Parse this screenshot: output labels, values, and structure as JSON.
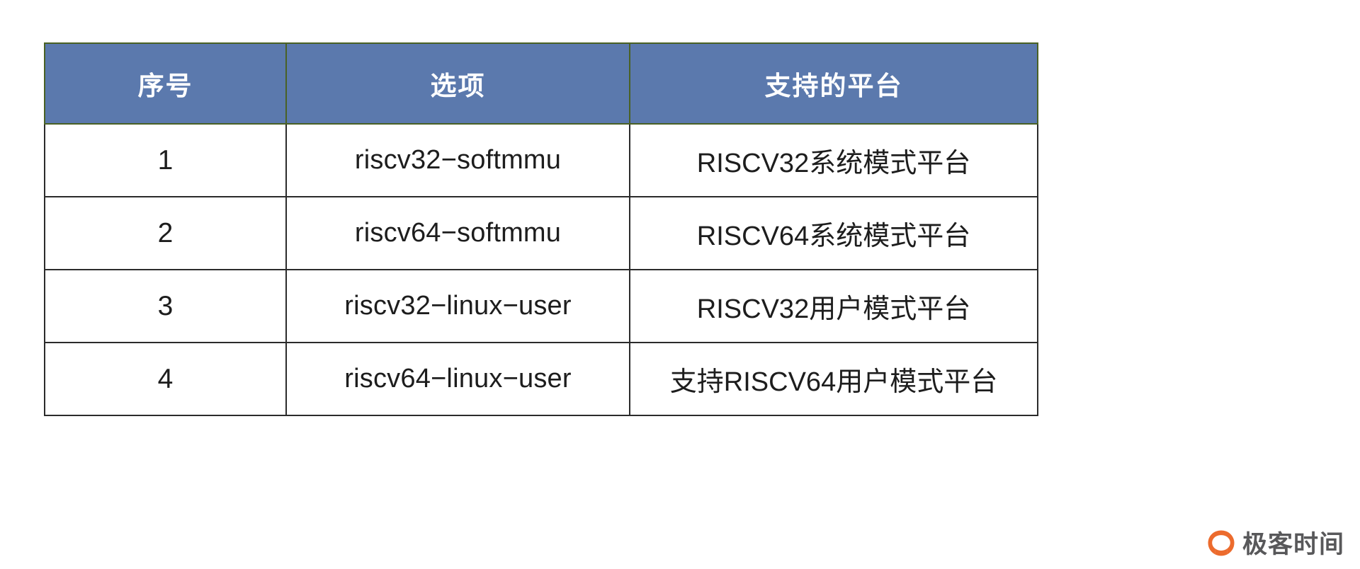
{
  "table": {
    "headers": [
      {
        "label": "序号",
        "name": "index"
      },
      {
        "label": "选项",
        "name": "option"
      },
      {
        "label": "支持的平台",
        "name": "support"
      }
    ],
    "rows": [
      {
        "index": "1",
        "option": "riscv32−softmmu",
        "support": "RISCV32系统模式平台"
      },
      {
        "index": "2",
        "option": "riscv64−softmmu",
        "support": "RISCV64系统模式平台"
      },
      {
        "index": "3",
        "option": "riscv32−linux−user",
        "support": "RISCV32用户模式平台"
      },
      {
        "index": "4",
        "option": "riscv64−linux−user",
        "support": "支持RISCV64用户模式平台"
      }
    ],
    "colors": {
      "header_background": "#5b79ad",
      "header_text": "#ffffff",
      "header_border": "#4a6124",
      "body_border": "#2b2b2b",
      "body_text": "#1d1d1d",
      "body_background": "#ffffff"
    }
  },
  "watermark": {
    "icon": "geektime-logo-icon",
    "text": "极客时间",
    "mark_color": "#ec6b2d",
    "text_color": "#58585a"
  }
}
